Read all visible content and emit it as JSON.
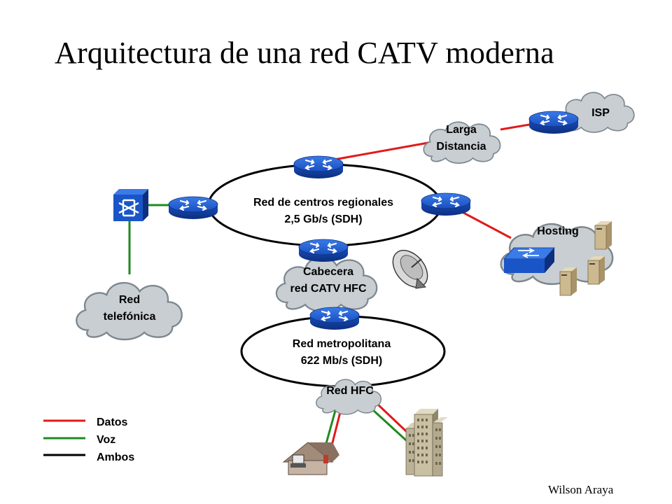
{
  "title": "Arquitectura de una red CATV moderna",
  "author": "Wilson Araya",
  "clouds": {
    "isp": "ISP",
    "larga_distancia": [
      "Larga",
      "Distancia"
    ],
    "hosting": "Hosting",
    "cabecera": [
      "Cabecera",
      "red CATV HFC"
    ],
    "red_telefonica": [
      "Red",
      "telefónica"
    ],
    "red_hfc": "Red HFC"
  },
  "rings": {
    "regional": [
      "Red de centros regionales",
      "2,5 Gb/s (SDH)"
    ],
    "metro": [
      "Red metropolitana",
      "622 Mb/s (SDH)"
    ]
  },
  "legend": [
    {
      "label": "Datos",
      "color": "#e21a1a"
    },
    {
      "label": "Voz",
      "color": "#1f8a1f"
    },
    {
      "label": "Ambos",
      "color": "#000000"
    }
  ],
  "colors": {
    "router": "#1a55c8",
    "cloud": "#c8ced2",
    "data_line": "#e21a1a",
    "voice_line": "#1f8a1f"
  }
}
